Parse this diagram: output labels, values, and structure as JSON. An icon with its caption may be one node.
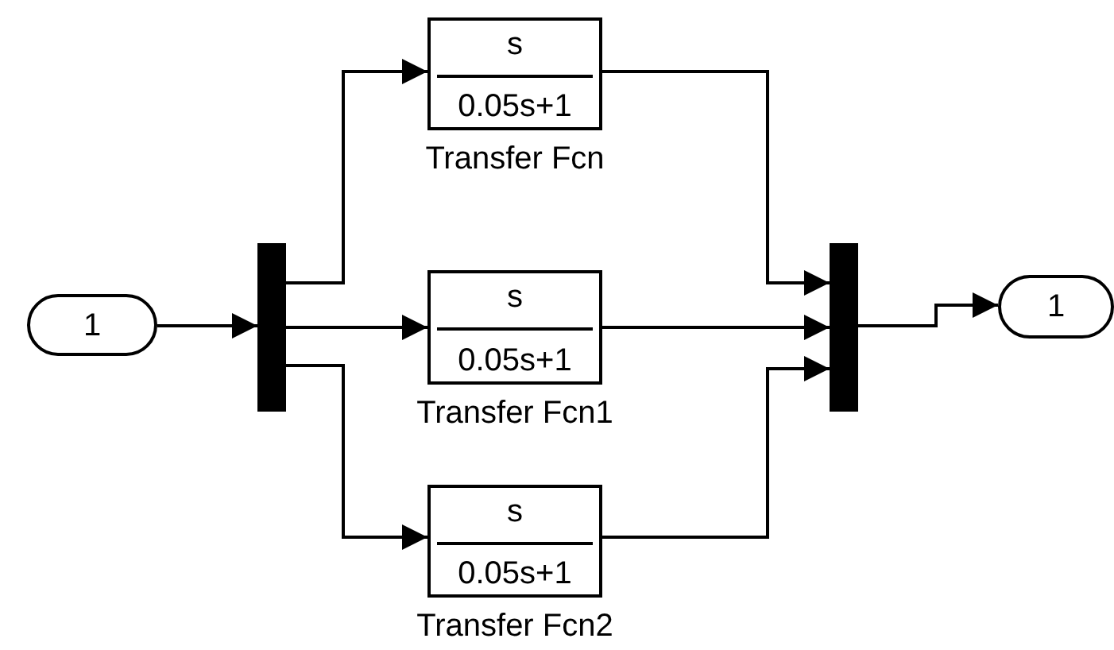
{
  "diagram": {
    "nodes": [
      {
        "text": [
          "1"
        ]
      },
      {
        "text": [],
        "shape": "bar"
      },
      {
        "text": [
          "s",
          "0.05s+1"
        ],
        "beside": [
          "Transfer Fcn"
        ]
      },
      {
        "text": [
          "s",
          "0.05s+1"
        ],
        "beside": [
          "Transfer Fcn1"
        ]
      },
      {
        "text": [
          "s",
          "0.05s+1"
        ],
        "beside": [
          "Transfer Fcn2"
        ]
      },
      {
        "text": [],
        "shape": "bar"
      },
      {
        "text": [
          "1"
        ]
      }
    ],
    "edges": [
      {
        "from": 0,
        "to": 1,
        "arrow": "to"
      },
      {
        "from": 1,
        "to": 2,
        "arrow": "to"
      },
      {
        "from": 1,
        "to": 3,
        "arrow": "to"
      },
      {
        "from": 1,
        "to": 4,
        "arrow": "to"
      },
      {
        "from": 2,
        "to": 5,
        "arrow": "to"
      },
      {
        "from": 3,
        "to": 5,
        "arrow": "to"
      },
      {
        "from": 4,
        "to": 5,
        "arrow": "to"
      },
      {
        "from": 5,
        "to": 6,
        "arrow": "to"
      }
    ]
  }
}
